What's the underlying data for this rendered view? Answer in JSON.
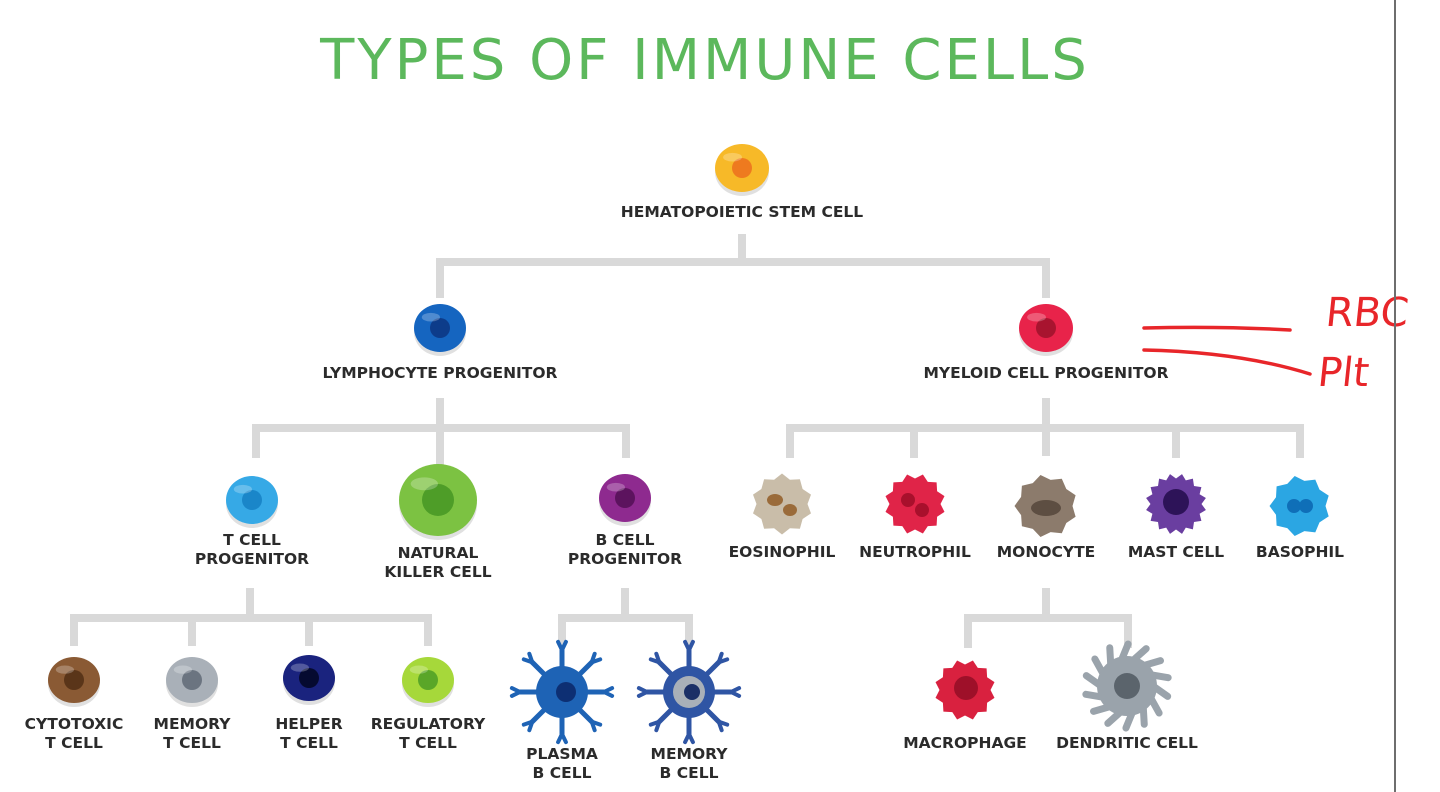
{
  "title": "TYPES OF IMMUNE CELLS",
  "colors": {
    "title": "#5cb85c",
    "connector": "#d9d9d9",
    "annotation": "#e8262a",
    "edge_line": "#6e6e6e"
  },
  "cells": {
    "stem": {
      "label": "HEMATOPOIETIC STEM CELL",
      "outer": "#f7b928",
      "inner": "#ee7a1f"
    },
    "lymphocyte": {
      "label": "LYMPHOCYTE PROGENITOR",
      "outer": "#1565c0",
      "inner": "#0d3c8a"
    },
    "myeloid": {
      "label": "MYELOID CELL PROGENITOR",
      "outer": "#e8234a",
      "inner": "#a8142f"
    },
    "t_progenitor": {
      "label": "T CELL\nPROGENITOR",
      "outer": "#36a9e6",
      "inner": "#1a86c9"
    },
    "nk": {
      "label": "NATURAL\nKILLER CELL",
      "outer": "#7cc242",
      "inner": "#4e9d28"
    },
    "b_progenitor": {
      "label": "B CELL\nPROGENITOR",
      "outer": "#8e2a8f",
      "inner": "#5c135e"
    },
    "eosinophil": {
      "label": "EOSINOPHIL",
      "outer": "#c9bda9",
      "inner": "#9a6b3a"
    },
    "neutrophil": {
      "label": "NEUTROPHIL",
      "outer": "#e02448",
      "inner": "#a8102c"
    },
    "monocyte": {
      "label": "MONOCYTE",
      "outer": "#8c7b6c",
      "inner": "#5d4e42"
    },
    "mast": {
      "label": "MAST CELL",
      "outer": "#6a3ea0",
      "inner": "#2d1358"
    },
    "basophil": {
      "label": "BASOPHIL",
      "outer": "#2ba6e3",
      "inner": "#0f6fb8"
    },
    "cytotoxic": {
      "label": "CYTOTOXIC\nT CELL",
      "outer": "#8a5a34",
      "inner": "#5a3519"
    },
    "memory_t": {
      "label": "MEMORY\nT CELL",
      "outer": "#a9b0b8",
      "inner": "#6b7480"
    },
    "helper": {
      "label": "HELPER\nT CELL",
      "outer": "#1a237e",
      "inner": "#050a30"
    },
    "regulatory": {
      "label": "REGULATORY\nT CELL",
      "outer": "#a6d83a",
      "inner": "#5aa628"
    },
    "plasma": {
      "label": "PLASMA\nB CELL",
      "outer": "#1e63b5",
      "inner": "#0d2f73"
    },
    "memory_b": {
      "label": "MEMORY\nB CELL",
      "outer": "#2f55a4",
      "inner": "#1b2f66"
    },
    "macrophage": {
      "label": "MACROPHAGE",
      "outer": "#d9213f",
      "inner": "#9e1029"
    },
    "dendritic": {
      "label": "DENDRITIC CELL",
      "outer": "#9aa3ab",
      "inner": "#5b646c"
    }
  },
  "annotations": {
    "rbc": "RBC",
    "plt": "Plt"
  }
}
